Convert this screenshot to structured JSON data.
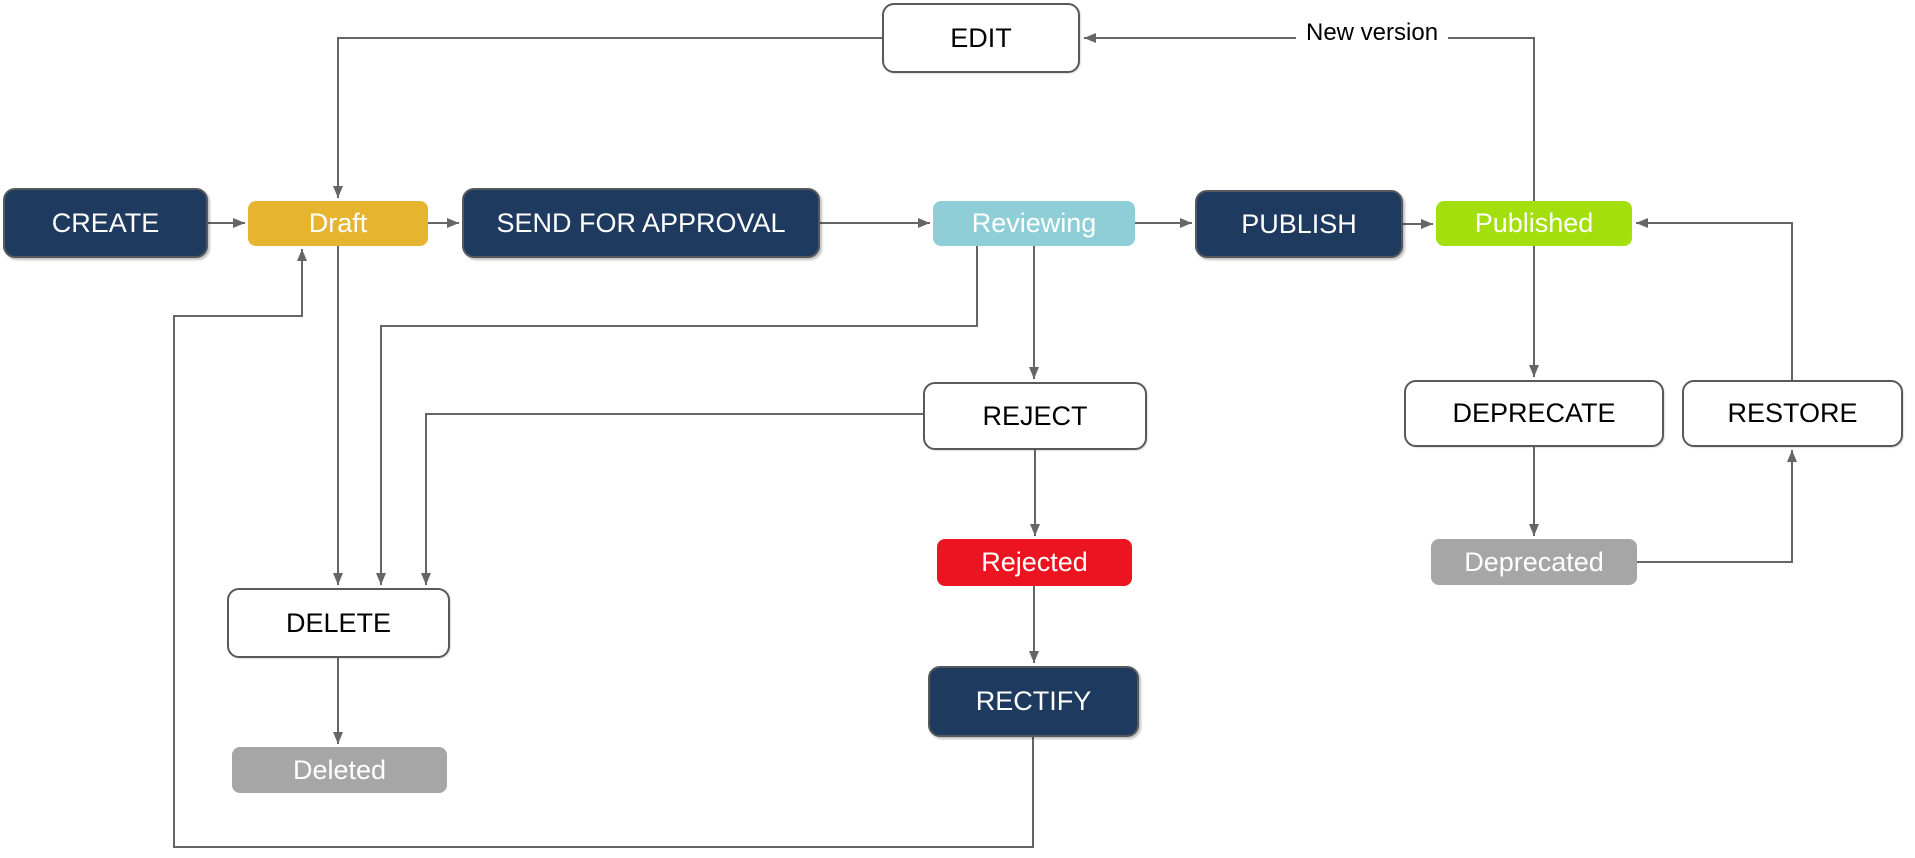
{
  "diagram": {
    "nodes": {
      "create": {
        "label": "CREATE",
        "kind": "action"
      },
      "draft": {
        "label": "Draft",
        "kind": "state"
      },
      "send_for_approval": {
        "label": "SEND FOR APPROVAL",
        "kind": "action"
      },
      "reviewing": {
        "label": "Reviewing",
        "kind": "state"
      },
      "publish": {
        "label": "PUBLISH",
        "kind": "action"
      },
      "published": {
        "label": "Published",
        "kind": "state"
      },
      "edit": {
        "label": "EDIT",
        "kind": "action-outline"
      },
      "reject": {
        "label": "REJECT",
        "kind": "action-outline"
      },
      "rejected": {
        "label": "Rejected",
        "kind": "state"
      },
      "rectify": {
        "label": "RECTIFY",
        "kind": "action"
      },
      "delete": {
        "label": "DELETE",
        "kind": "action-outline"
      },
      "deleted": {
        "label": "Deleted",
        "kind": "state"
      },
      "deprecate": {
        "label": "DEPRECATE",
        "kind": "action-outline"
      },
      "restore": {
        "label": "RESTORE",
        "kind": "action-outline"
      },
      "deprecated": {
        "label": "Deprecated",
        "kind": "state"
      }
    },
    "edge_labels": {
      "new_version": "New version"
    },
    "colors": {
      "action_fill": "#1f3a5f",
      "draft_fill": "#e6b42e",
      "reviewing_fill": "#8fced6",
      "published_fill": "#a3de0d",
      "rejected_fill": "#ec1420",
      "inactive_fill": "#a6a6a6",
      "outline_fill": "#ffffff",
      "connector": "#666666",
      "text_on_dark": "#ffffff",
      "text_on_light": "#000000"
    }
  }
}
